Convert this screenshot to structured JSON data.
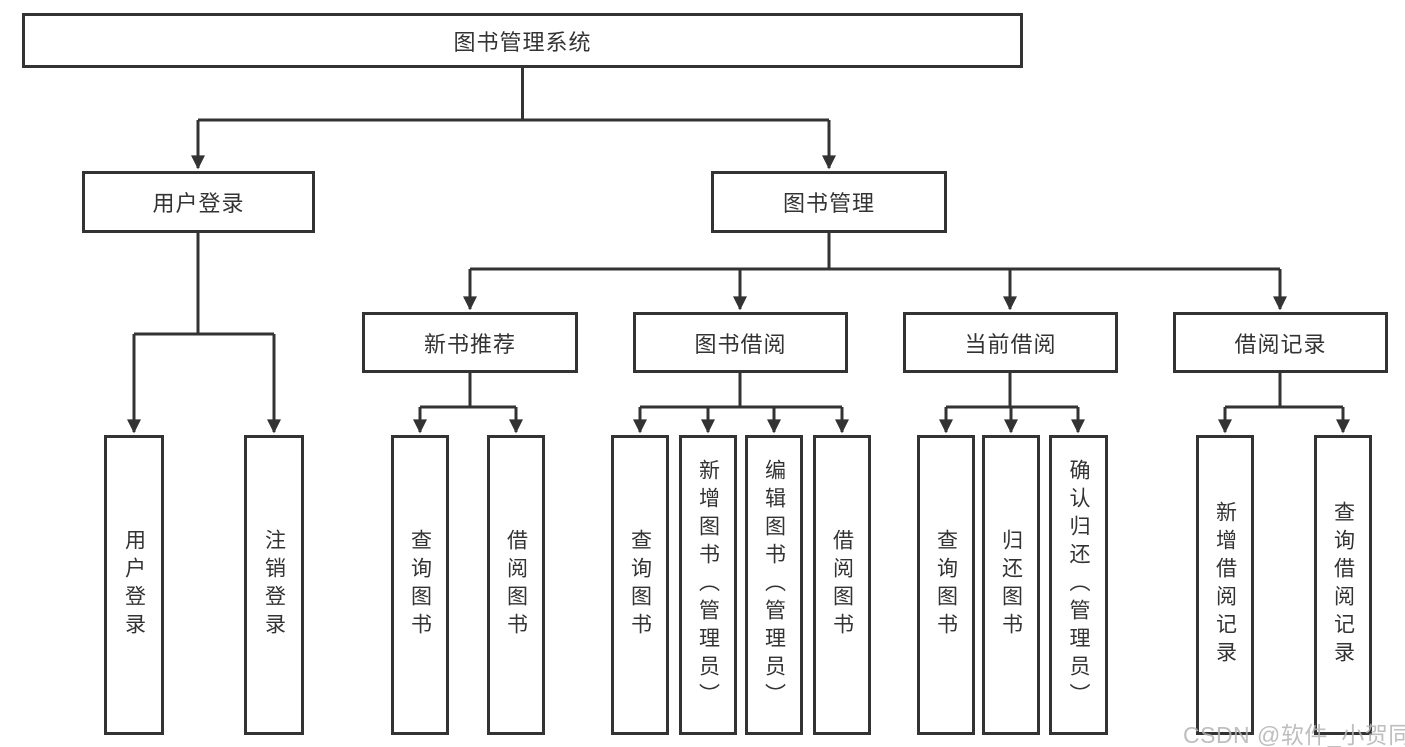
{
  "diagram": {
    "root": "图书管理系统",
    "children": [
      {
        "label": "用户登录",
        "children": [
          "用户登录",
          "注销登录"
        ]
      },
      {
        "label": "图书管理",
        "children": [
          {
            "label": "新书推荐",
            "children": [
              "查询图书",
              "借阅图书"
            ]
          },
          {
            "label": "图书借阅",
            "children": [
              "查询图书",
              "新增图书（管理员）",
              "编辑图书（管理员）",
              "借阅图书"
            ]
          },
          {
            "label": "当前借阅",
            "children": [
              "查询图书",
              "归还图书",
              "确认归还（管理员）"
            ]
          },
          {
            "label": "借阅记录",
            "children": [
              "新增借阅记录",
              "查询借阅记录"
            ]
          }
        ]
      }
    ]
  },
  "colors": {
    "line": "#333333",
    "text": "#333333",
    "background": "#ffffff",
    "watermark": "#b3b3b3"
  },
  "watermark": "CSDN @软件_小贺同学"
}
